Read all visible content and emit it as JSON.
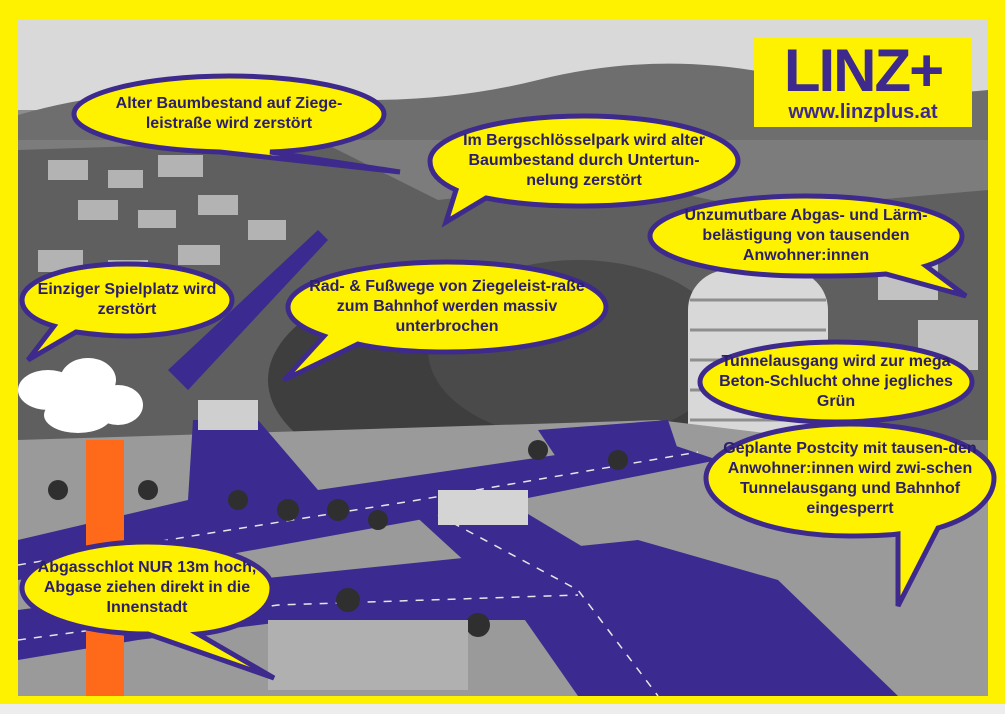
{
  "logo": {
    "word": "LINZ+",
    "url": "www.linzplus.at"
  },
  "bubbles": [
    {
      "id": "baumbestand-ziegeleistrasse",
      "text": "Alter Baumbestand auf Ziege-leistraße wird zerstört"
    },
    {
      "id": "bergschloesselpark",
      "text": "Im Bergschlösselpark wird alter Baumbestand durch Untertun-nelung zerstört"
    },
    {
      "id": "abgas-laerm",
      "text": "Unzumutbare Abgas- und Lärm-belästigung von tausenden Anwohner:innen"
    },
    {
      "id": "spielplatz",
      "text": "Einziger Spielplatz wird zerstört"
    },
    {
      "id": "rad-fusswege",
      "text": "Rad- & Fußwege von Ziegeleist-raße zum Bahnhof werden massiv unterbrochen"
    },
    {
      "id": "tunnelausgang",
      "text": "Tunnelausgang wird zur mega Beton-Schlucht ohne jegliches Grün"
    },
    {
      "id": "postcity",
      "text": "Geplante Postcity mit tausen-den Anwohner:innen wird zwi-schen Tunnelausgang und Bahnhof eingesperrt"
    },
    {
      "id": "abgasschlot",
      "text": "Abgasschlot NUR 13m hoch, Abgase ziehen direkt in die Innenstadt"
    }
  ],
  "colors": {
    "frame": "#fff200",
    "bubble_fill": "#fff200",
    "bubble_outline": "#3d2a8c",
    "road": "#3b2a8f",
    "chimney": "#ff6a1a"
  }
}
